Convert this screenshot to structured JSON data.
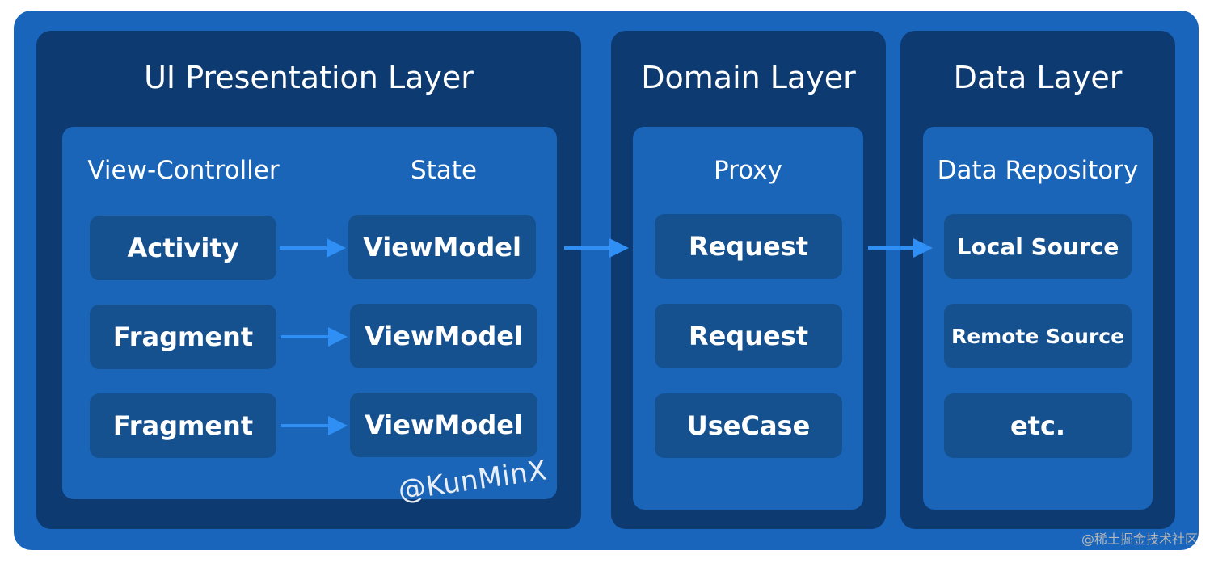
{
  "colors": {
    "outer": "#1a65bc",
    "panel": "#0d3a70",
    "inner": "#1a65b7",
    "box": "#15508f",
    "arrow": "#2f8ff5"
  },
  "ui_layer": {
    "title": "UI Presentation Layer",
    "view_controller_header": "View-Controller",
    "state_header": "State",
    "view_controllers": [
      "Activity",
      "Fragment",
      "Fragment"
    ],
    "view_models": [
      "ViewModel",
      "ViewModel",
      "ViewModel"
    ]
  },
  "domain_layer": {
    "title": "Domain Layer",
    "header": "Proxy",
    "items": [
      "Request",
      "Request",
      "UseCase"
    ]
  },
  "data_layer": {
    "title": "Data Layer",
    "header": "Data Repository",
    "items": [
      "Local Source",
      "Remote Source",
      "etc."
    ]
  },
  "watermark": "@KunMinX",
  "corner_credit": "@稀土掘金技术社区"
}
